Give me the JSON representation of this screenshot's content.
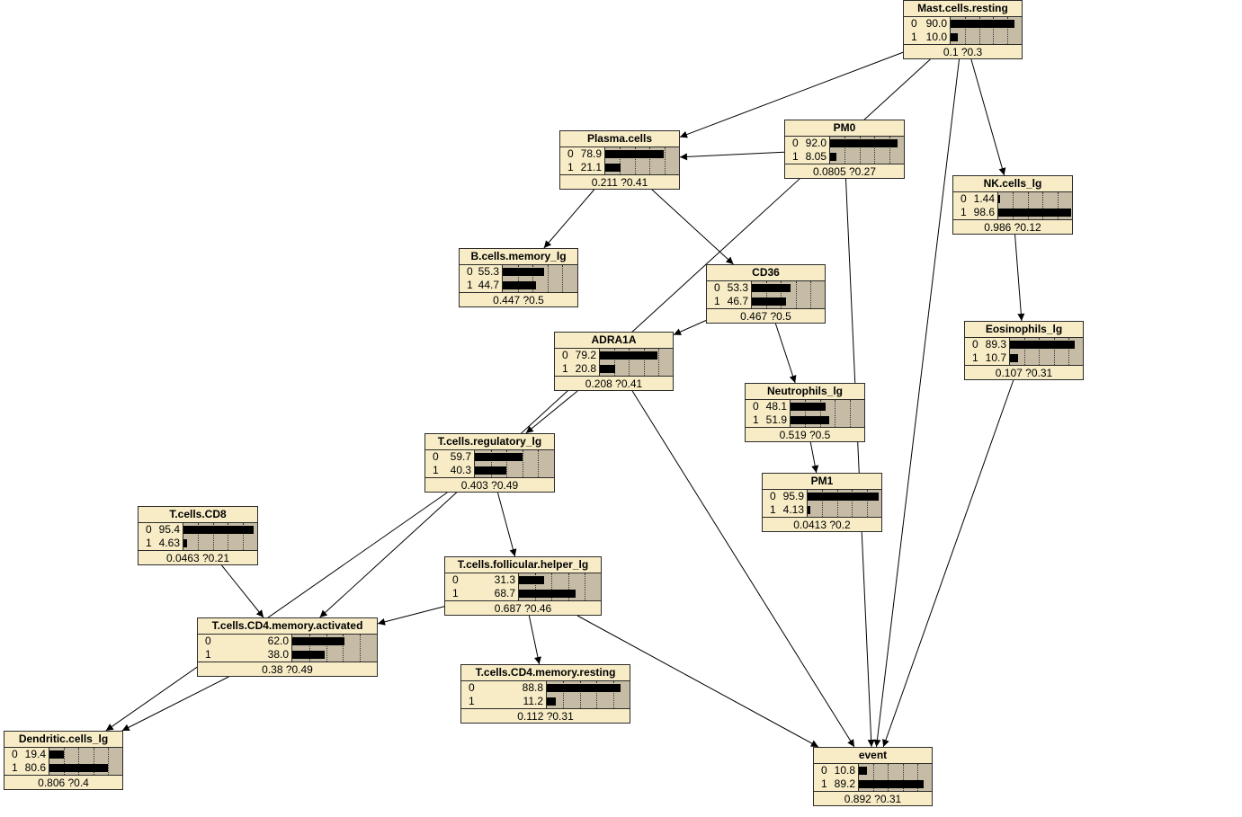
{
  "nodes": [
    {
      "id": "mast",
      "title": "Mast.cells.resting",
      "states": [
        {
          "state": "0",
          "value": "90.0"
        },
        {
          "state": "1",
          "value": "10.0"
        }
      ],
      "stat": "0.1 ?0.3"
    },
    {
      "id": "plasma",
      "title": "Plasma.cells",
      "states": [
        {
          "state": "0",
          "value": "78.9"
        },
        {
          "state": "1",
          "value": "21.1"
        }
      ],
      "stat": "0.211 ?0.41"
    },
    {
      "id": "pm0",
      "title": "PM0",
      "states": [
        {
          "state": "0",
          "value": "92.0"
        },
        {
          "state": "1",
          "value": "8.05"
        }
      ],
      "stat": "0.0805 ?0.27"
    },
    {
      "id": "nk",
      "title": "NK.cells_lg",
      "states": [
        {
          "state": "0",
          "value": "1.44"
        },
        {
          "state": "1",
          "value": "98.6"
        }
      ],
      "stat": "0.986 ?0.12"
    },
    {
      "id": "bmem",
      "title": "B.cells.memory_lg",
      "states": [
        {
          "state": "0",
          "value": "55.3"
        },
        {
          "state": "1",
          "value": "44.7"
        }
      ],
      "stat": "0.447 ?0.5"
    },
    {
      "id": "cd36",
      "title": "CD36",
      "states": [
        {
          "state": "0",
          "value": "53.3"
        },
        {
          "state": "1",
          "value": "46.7"
        }
      ],
      "stat": "0.467 ?0.5"
    },
    {
      "id": "eos",
      "title": "Eosinophils_lg",
      "states": [
        {
          "state": "0",
          "value": "89.3"
        },
        {
          "state": "1",
          "value": "10.7"
        }
      ],
      "stat": "0.107 ?0.31"
    },
    {
      "id": "adra",
      "title": "ADRA1A",
      "states": [
        {
          "state": "0",
          "value": "79.2"
        },
        {
          "state": "1",
          "value": "20.8"
        }
      ],
      "stat": "0.208 ?0.41"
    },
    {
      "id": "neut",
      "title": "Neutrophils_lg",
      "states": [
        {
          "state": "0",
          "value": "48.1"
        },
        {
          "state": "1",
          "value": "51.9"
        }
      ],
      "stat": "0.519 ?0.5"
    },
    {
      "id": "treg",
      "title": "T.cells.regulatory_lg",
      "states": [
        {
          "state": "0",
          "value": "59.7"
        },
        {
          "state": "1",
          "value": "40.3"
        }
      ],
      "stat": "0.403 ?0.49"
    },
    {
      "id": "pm1",
      "title": "PM1",
      "states": [
        {
          "state": "0",
          "value": "95.9"
        },
        {
          "state": "1",
          "value": "4.13"
        }
      ],
      "stat": "0.0413 ?0.2"
    },
    {
      "id": "cd8",
      "title": "T.cells.CD8",
      "states": [
        {
          "state": "0",
          "value": "95.4"
        },
        {
          "state": "1",
          "value": "4.63"
        }
      ],
      "stat": "0.0463 ?0.21"
    },
    {
      "id": "tfh",
      "title": "T.cells.follicular.helper_lg",
      "states": [
        {
          "state": "0",
          "value": "31.3"
        },
        {
          "state": "1",
          "value": "68.7"
        }
      ],
      "stat": "0.687 ?0.46"
    },
    {
      "id": "cd4act",
      "title": "T.cells.CD4.memory.activated",
      "states": [
        {
          "state": "0",
          "value": "62.0"
        },
        {
          "state": "1",
          "value": "38.0"
        }
      ],
      "stat": "0.38 ?0.49"
    },
    {
      "id": "cd4rest",
      "title": "T.cells.CD4.memory.resting",
      "states": [
        {
          "state": "0",
          "value": "88.8"
        },
        {
          "state": "1",
          "value": "11.2"
        }
      ],
      "stat": "0.112 ?0.31"
    },
    {
      "id": "dend",
      "title": "Dendritic.cells_lg",
      "states": [
        {
          "state": "0",
          "value": "19.4"
        },
        {
          "state": "1",
          "value": "80.6"
        }
      ],
      "stat": "0.806 ?0.4"
    },
    {
      "id": "event",
      "title": "event",
      "states": [
        {
          "state": "0",
          "value": "10.8"
        },
        {
          "state": "1",
          "value": "89.2"
        }
      ],
      "stat": "0.892 ?0.31"
    }
  ],
  "edges": [
    {
      "from": "mast",
      "to": "plasma"
    },
    {
      "from": "mast",
      "to": "nk"
    },
    {
      "from": "mast",
      "to": "cd4act"
    },
    {
      "from": "mast",
      "to": "event"
    },
    {
      "from": "pm0",
      "to": "plasma"
    },
    {
      "from": "pm0",
      "to": "event"
    },
    {
      "from": "plasma",
      "to": "bmem"
    },
    {
      "from": "plasma",
      "to": "cd36"
    },
    {
      "from": "nk",
      "to": "eos"
    },
    {
      "from": "cd36",
      "to": "adra"
    },
    {
      "from": "cd36",
      "to": "neut"
    },
    {
      "from": "neut",
      "to": "pm1"
    },
    {
      "from": "adra",
      "to": "treg"
    },
    {
      "from": "adra",
      "to": "event"
    },
    {
      "from": "eos",
      "to": "event"
    },
    {
      "from": "treg",
      "to": "tfh"
    },
    {
      "from": "treg",
      "to": "dend"
    },
    {
      "from": "cd8",
      "to": "cd4act"
    },
    {
      "from": "tfh",
      "to": "cd4act"
    },
    {
      "from": "tfh",
      "to": "cd4rest"
    },
    {
      "from": "tfh",
      "to": "event"
    },
    {
      "from": "cd4act",
      "to": "dend"
    }
  ]
}
